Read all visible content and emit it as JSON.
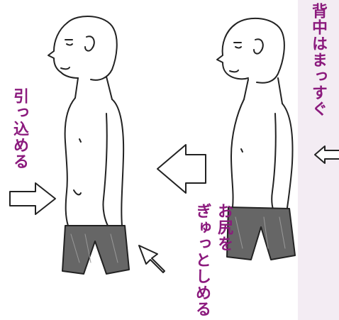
{
  "labels": {
    "back_straight": "背中はまっすぐ",
    "pull_in": "引っ込める",
    "buttocks_line1": "お尻を",
    "buttocks_line2": "ぎゅっとしめる"
  },
  "colors": {
    "label_text": "#8b1a7d",
    "side_strip": "#f3ecf3",
    "line_art": "#222222",
    "shorts": "#555555"
  }
}
